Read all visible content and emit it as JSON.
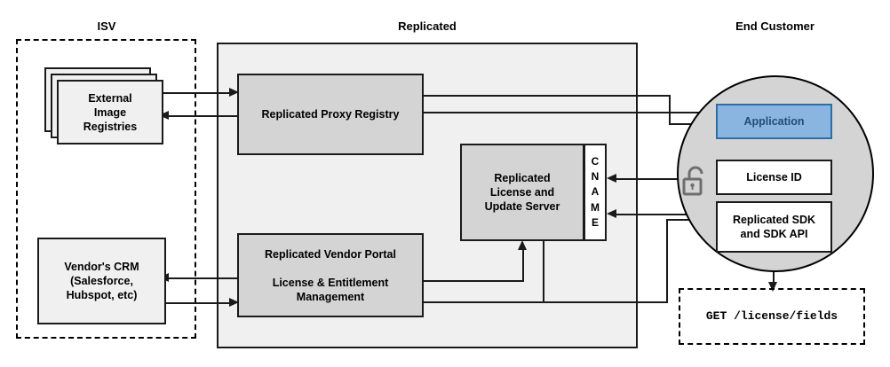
{
  "diagram": {
    "title_row": {
      "isv": "ISV",
      "replicated": "Replicated",
      "end_customer": "End Customer"
    },
    "isv_zone": {
      "nodes": [
        {
          "id": "external-image-registries",
          "label": "External\nImage\nRegistries"
        },
        {
          "id": "vendors-crm",
          "label": "Vendor's CRM\n(Salesforce,\nHubspot, etc)"
        }
      ]
    },
    "replicated_zone": {
      "nodes": [
        {
          "id": "replicated-proxy-registry",
          "label": "Replicated Proxy Registry"
        },
        {
          "id": "replicated-license-update-server",
          "label": "Replicated\nLicense and\nUpdate Server"
        },
        {
          "id": "replicated-vendor-portal",
          "label": "Replicated Vendor Portal\n\nLicense & Entitlement\nManagement"
        }
      ],
      "cname_label": "CNAME",
      "cname_letters": [
        "C",
        "N",
        "A",
        "M",
        "E"
      ]
    },
    "end_customer_zone": {
      "nodes": [
        {
          "id": "application",
          "label": "Application"
        },
        {
          "id": "license-id",
          "label": "License ID"
        },
        {
          "id": "replicated-sdk",
          "label": "Replicated SDK\nand SDK API"
        }
      ],
      "api_call": "GET /license/fields",
      "lock_icon": "unlocked-padlock-icon"
    },
    "colors": {
      "panel_fill": "#f0f0f0",
      "node_fill": "#d4d4d4",
      "circle_fill": "#d4d4d4",
      "application_fill": "#8ab5e0",
      "application_border": "#2f6ea5",
      "application_text": "#1f4e79",
      "stroke": "#1a1a1a"
    }
  }
}
